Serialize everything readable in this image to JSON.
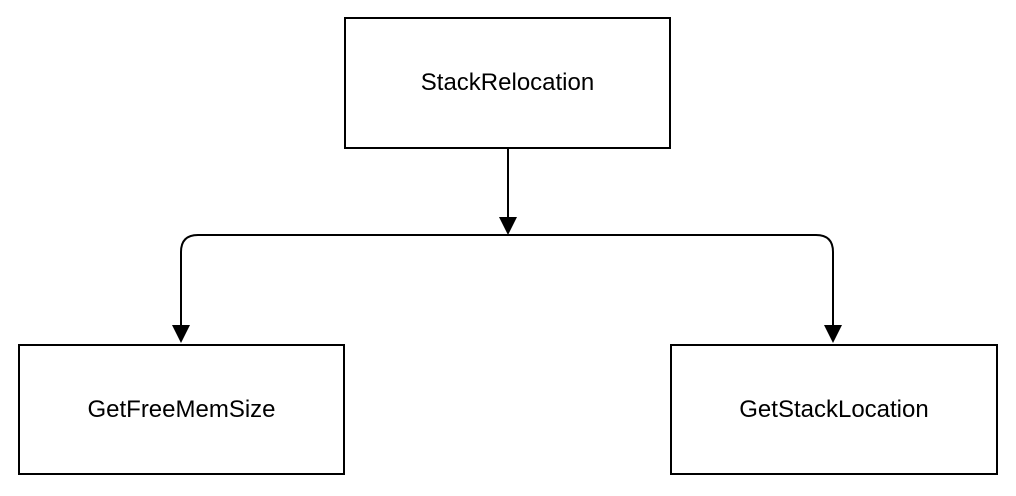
{
  "diagram": {
    "nodes": {
      "root": {
        "label": "StackRelocation"
      },
      "left": {
        "label": "GetFreeMemSize"
      },
      "right": {
        "label": "GetStackLocation"
      }
    },
    "edges": [
      {
        "from": "root",
        "to": "left"
      },
      {
        "from": "root",
        "to": "right"
      }
    ],
    "colors": {
      "stroke": "#000000",
      "fill": "#ffffff",
      "text": "#000000"
    }
  }
}
